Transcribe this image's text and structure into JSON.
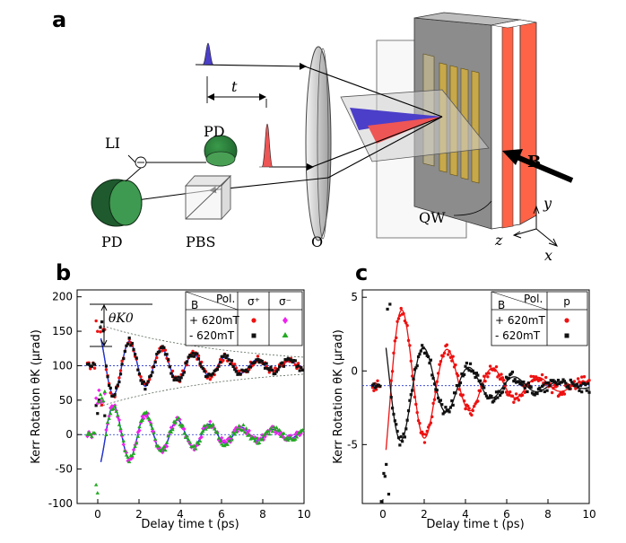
{
  "panel_labels": {
    "a": "a",
    "b": "b",
    "c": "c"
  },
  "setup": {
    "labels": {
      "t": "t",
      "LI": "LI",
      "PD_top": "PD",
      "PD_bottom": "PD",
      "PBS": "PBS",
      "O": "O",
      "QW": "QW",
      "B": "B",
      "axis_x": "x",
      "axis_y": "y",
      "axis_z": "z"
    },
    "colors": {
      "pump_pulse": "#4b3fc9",
      "probe_pulse": "#ee5555",
      "detector": "#2f7a3a",
      "qw_stripe": "#ff6347",
      "gold": "#c7a84a"
    }
  },
  "panel_b": {
    "annotation": "θK0",
    "legend": {
      "corner_top": "Pol.",
      "corner_bottom": "B",
      "col1": "σ⁺",
      "col2": "σ⁻",
      "rows": [
        "+ 620mT",
        "- 620mT"
      ],
      "colors": {
        "plus_sigma_plus": "#ee1111",
        "plus_sigma_minus": "#ee22ee",
        "minus_sigma_plus": "#111111",
        "minus_sigma_minus": "#22aa22",
        "fit": "#2233cc"
      }
    }
  },
  "panel_c": {
    "legend": {
      "corner_top": "Pol.",
      "corner_bottom": "B",
      "col1": "p",
      "rows": [
        "+ 620mT",
        "- 620mT"
      ],
      "colors": {
        "plus": "#ee1111",
        "minus": "#111111"
      }
    }
  },
  "chart_data": [
    {
      "type": "scatter",
      "title": "",
      "xlabel": "Delay time t (ps)",
      "ylabel": "Kerr Rotation θK (μrad)",
      "xlim": [
        -1,
        10
      ],
      "ylim": [
        -100,
        210
      ],
      "xticks": [
        "0",
        "2",
        "4",
        "6",
        "8",
        "10"
      ],
      "yticks": [
        "-100",
        "-50",
        "0",
        "50",
        "100",
        "150",
        "200"
      ],
      "model": {
        "period_ps": 1.55,
        "decay_ps": 4.5
      },
      "series": [
        {
          "offset": 100,
          "amplitude": 50,
          "color": "#ee1111"
        },
        {
          "offset": 100,
          "amplitude": 50,
          "color": "#111111"
        },
        {
          "offset": 0,
          "amplitude": -50,
          "color": "#ee22ee"
        },
        {
          "offset": 0,
          "amplitude": -50,
          "color": "#22aa22"
        }
      ]
    },
    {
      "type": "scatter",
      "title": "",
      "xlabel": "Delay time t (ps)",
      "ylabel": "Kerr Rotation θK (μrad)",
      "xlim": [
        -1,
        10
      ],
      "ylim": [
        -9,
        5.5
      ],
      "xticks": [
        "0",
        "2",
        "4",
        "6",
        "8",
        "10"
      ],
      "yticks": [
        "-5",
        "0",
        "5"
      ],
      "model": {
        "period_ps": 2.2,
        "decay_ps": 3.0
      },
      "series": [
        {
          "offset": -1.0,
          "amplitude": -7.0,
          "phase_ps": -0.15,
          "color": "#ee1111"
        },
        {
          "offset": -1.0,
          "amplitude": 5.0,
          "phase_ps": -0.2,
          "color": "#111111"
        }
      ]
    }
  ]
}
